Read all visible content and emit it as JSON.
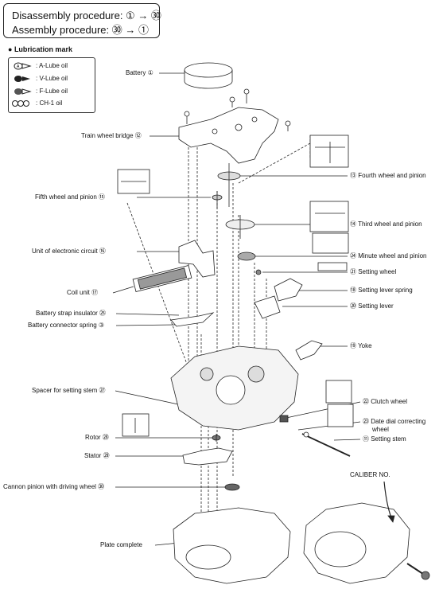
{
  "procedure": {
    "disassembly": "Disassembly procedure: ① → ㉚",
    "assembly": "Assembly procedure: ㉚ → ①"
  },
  "lubrication": {
    "title": "Lubrication mark",
    "items": [
      {
        "mark": "A",
        "label": ": A-Lube oil"
      },
      {
        "mark": "V",
        "label": ": V-Lube oil"
      },
      {
        "mark": "F",
        "label": ": F-Lube oil"
      },
      {
        "mark": "C",
        "label": ": CH-1 oil"
      }
    ]
  },
  "parts_left": [
    {
      "key": "battery",
      "text": "Battery ①"
    },
    {
      "key": "train_wheel_bridge",
      "text": "Train wheel bridge ⑫"
    },
    {
      "key": "fifth_wheel",
      "text": "Fifth wheel and pinion ⑮"
    },
    {
      "key": "electronic_circuit",
      "text": "Unit of electronic circuit ⑯"
    },
    {
      "key": "coil_unit",
      "text": "Coil unit ⑰"
    },
    {
      "key": "battery_strap",
      "text": "Battery strap insulator ㉕"
    },
    {
      "key": "battery_connector",
      "text": "Battery connector spring ③"
    },
    {
      "key": "spacer",
      "text": "Spacer for setting stem ㉗"
    },
    {
      "key": "rotor",
      "text": "Rotor ㉘"
    },
    {
      "key": "stator",
      "text": "Stator ㉙"
    },
    {
      "key": "cannon_pinion",
      "text": "Cannon pinion with driving wheel ㉚"
    },
    {
      "key": "plate_complete",
      "text": "Plate complete"
    }
  ],
  "parts_right": [
    {
      "key": "fourth_wheel",
      "text": "⑬ Fourth wheel and pinion"
    },
    {
      "key": "third_wheel",
      "text": "⑭ Third wheel and pinion"
    },
    {
      "key": "minute_wheel",
      "text": "㉔ Minute wheel and pinion"
    },
    {
      "key": "setting_wheel",
      "text": "㉑ Setting wheel"
    },
    {
      "key": "setting_lever_spring",
      "text": "⑱ Setting lever spring"
    },
    {
      "key": "setting_lever",
      "text": "⑳ Setting lever"
    },
    {
      "key": "yoke",
      "text": "⑲ Yoke"
    },
    {
      "key": "clutch_wheel",
      "text": "㉒ Clutch wheel"
    },
    {
      "key": "date_dial_wheel_1",
      "text": "㉓ Date dial correcting"
    },
    {
      "key": "date_dial_wheel_2",
      "text": "wheel"
    },
    {
      "key": "setting_stem",
      "text": "⑪ Setting stem"
    }
  ],
  "caliber_label": "CALIBER NO."
}
